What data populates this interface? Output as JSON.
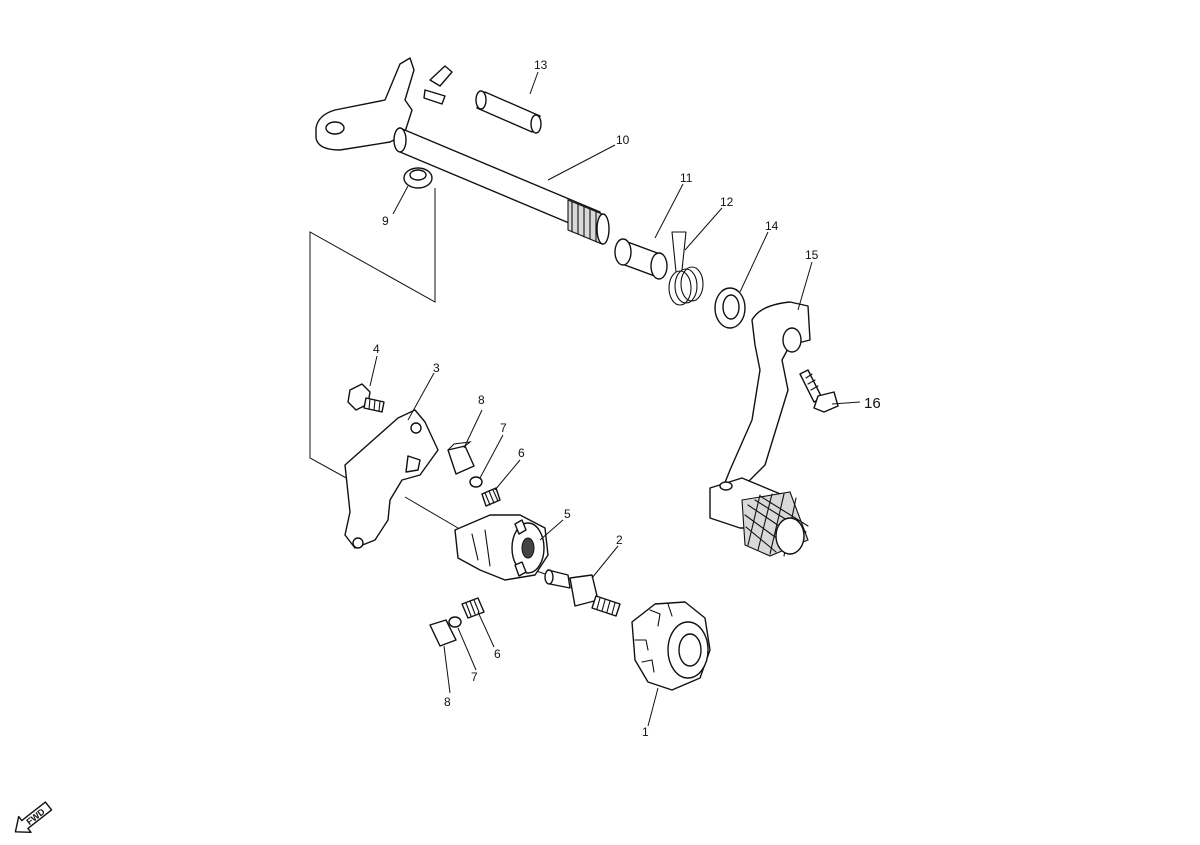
{
  "callouts": {
    "c1": "1",
    "c2": "2",
    "c3": "3",
    "c4": "4",
    "c5": "5",
    "c6a": "6",
    "c6b": "6",
    "c7a": "7",
    "c7b": "7",
    "c8a": "8",
    "c8b": "8",
    "c9": "9",
    "c10": "10",
    "c11": "11",
    "c12": "12",
    "c13": "13",
    "c14": "14",
    "c15": "15",
    "c16": "16"
  },
  "fwd_label": "FWD"
}
